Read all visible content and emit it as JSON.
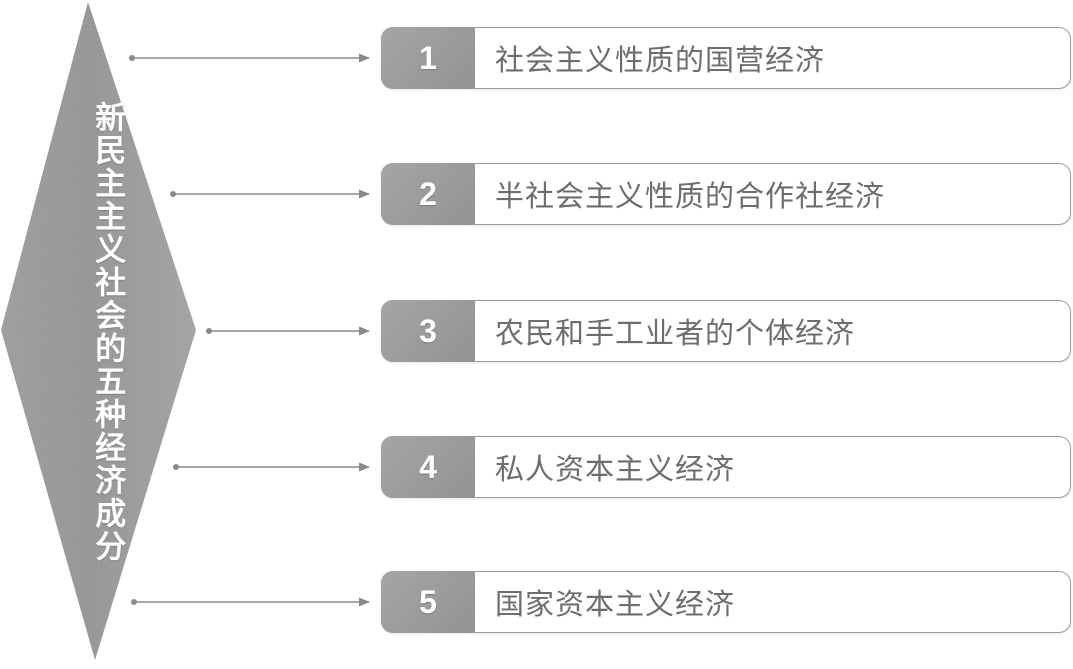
{
  "title": "新民主主义社会的五种经济成分",
  "root": {
    "label": "新民主主义社会的五种经济成分",
    "shape": "diamond",
    "fill": "#9a9a9a",
    "text_color": "#ffffff"
  },
  "colors": {
    "badge_fill": "#9b9b9b",
    "pill_fill": "#ffffff",
    "pill_border": "#9e9e9e",
    "row_text": "#6d6d6d",
    "connector": "#8a8a8a",
    "background": "#ffffff"
  },
  "items": [
    {
      "number": "1",
      "label": "社会主义性质的国营经济"
    },
    {
      "number": "2",
      "label": "半社会主义性质的合作社经济"
    },
    {
      "number": "3",
      "label": "农民和手工业者的个体经济"
    },
    {
      "number": "4",
      "label": "私人资本主义经济"
    },
    {
      "number": "5",
      "label": "国家资本主义经济"
    }
  ]
}
